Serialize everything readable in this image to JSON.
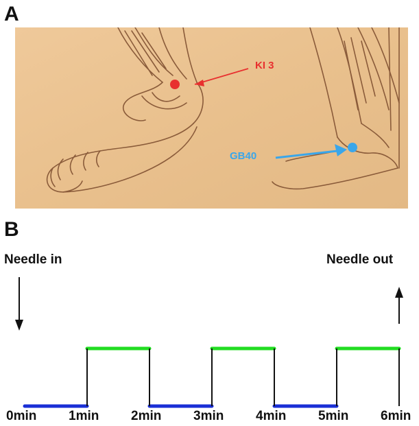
{
  "panels": {
    "a_label": "A",
    "b_label": "B"
  },
  "points": {
    "ki3": {
      "label": "KI 3",
      "color": "#e8302f"
    },
    "gb40": {
      "label": "GB40",
      "color": "#3aa6ea"
    }
  },
  "needle": {
    "in_label": "Needle in",
    "out_label": "Needle out"
  },
  "timeline": {
    "ticks": [
      "0min",
      "1min",
      "2min",
      "3min",
      "4min",
      "5min",
      "6min"
    ],
    "low_color": "#1a2fd6",
    "high_color": "#22dd22",
    "segments": [
      {
        "start_min": 0,
        "end_min": 1,
        "level": "low"
      },
      {
        "start_min": 1,
        "end_min": 2,
        "level": "high"
      },
      {
        "start_min": 2,
        "end_min": 3,
        "level": "low"
      },
      {
        "start_min": 3,
        "end_min": 4,
        "level": "high"
      },
      {
        "start_min": 4,
        "end_min": 5,
        "level": "low"
      },
      {
        "start_min": 5,
        "end_min": 6,
        "level": "high"
      }
    ]
  }
}
